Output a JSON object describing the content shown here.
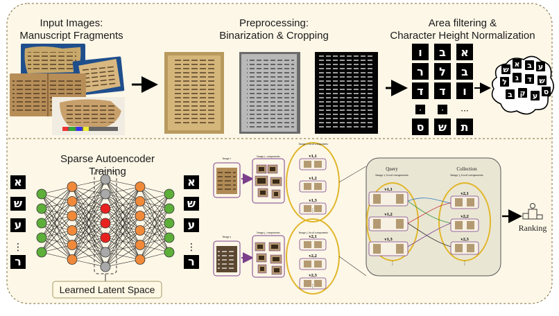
{
  "stages": {
    "input": {
      "title_line1": "Input Images:",
      "title_line2": "Manuscript Fragments"
    },
    "preprocessing": {
      "title_line1": "Preprocessing:",
      "title_line2": "Binarization & Cropping"
    },
    "filtering": {
      "title_line1": "Area filtering &",
      "title_line2": "Character Height Normalization"
    },
    "autoencoder": {
      "title_line1": "Sparse Autoencoder",
      "title_line2": "Training",
      "latent_label": "Learned Latent Space"
    },
    "ranking": {
      "label": "Ranking"
    }
  },
  "letter_grid": [
    "ו",
    "ב",
    "א",
    "ר",
    "ל",
    "ב",
    "ד",
    "ד",
    "ו",
    "·",
    "·",
    "···",
    "ס",
    "ש",
    "ת"
  ],
  "cluster_letters": [
    "ש",
    "א",
    "ב",
    "ע",
    "ל",
    "ג",
    "ד",
    "ש",
    "ב",
    "ק",
    "ע",
    "ס"
  ],
  "autoencoder_letters": [
    "א",
    "ש",
    "ע",
    "⋮",
    "ר"
  ],
  "network": {
    "layers": [
      5,
      6,
      7,
      6,
      5
    ],
    "hidden_colors": [
      "#a9a9a9",
      "#a9a9a9",
      "#e8231f",
      "#e8231f",
      "#e8231f",
      "#a9a9a9",
      "#a9a9a9"
    ]
  },
  "retrieval": {
    "image_i": "Image i",
    "image_j": "Image j",
    "components_i": "Image i, components",
    "components_j": "Image j, components",
    "local_i": "Image i, local components",
    "local_j": "Image j, local components",
    "vec_i": [
      "v1,1",
      "v1,2",
      "v1,3"
    ],
    "vec_j": [
      "v2,1",
      "v2,2",
      "v2,3"
    ],
    "ellipsis": "⋮",
    "query_title": "Query",
    "query_sub": "Image i, local components",
    "collection_title": "Collection",
    "collection_sub": "Image j, local components",
    "q_vecs": [
      "v1,1",
      "v1,2",
      "v1,3"
    ],
    "c_vecs": [
      "v2,1",
      "v2,2",
      "v2,3"
    ]
  },
  "colors": {
    "panel_bg": "#fdf7e7",
    "border": "#7a6a3a",
    "orange": "#f08a3a",
    "green": "#5daf3a",
    "red": "#e8231f",
    "gold": "#e0b62a",
    "purple": "#7b3f8c"
  }
}
